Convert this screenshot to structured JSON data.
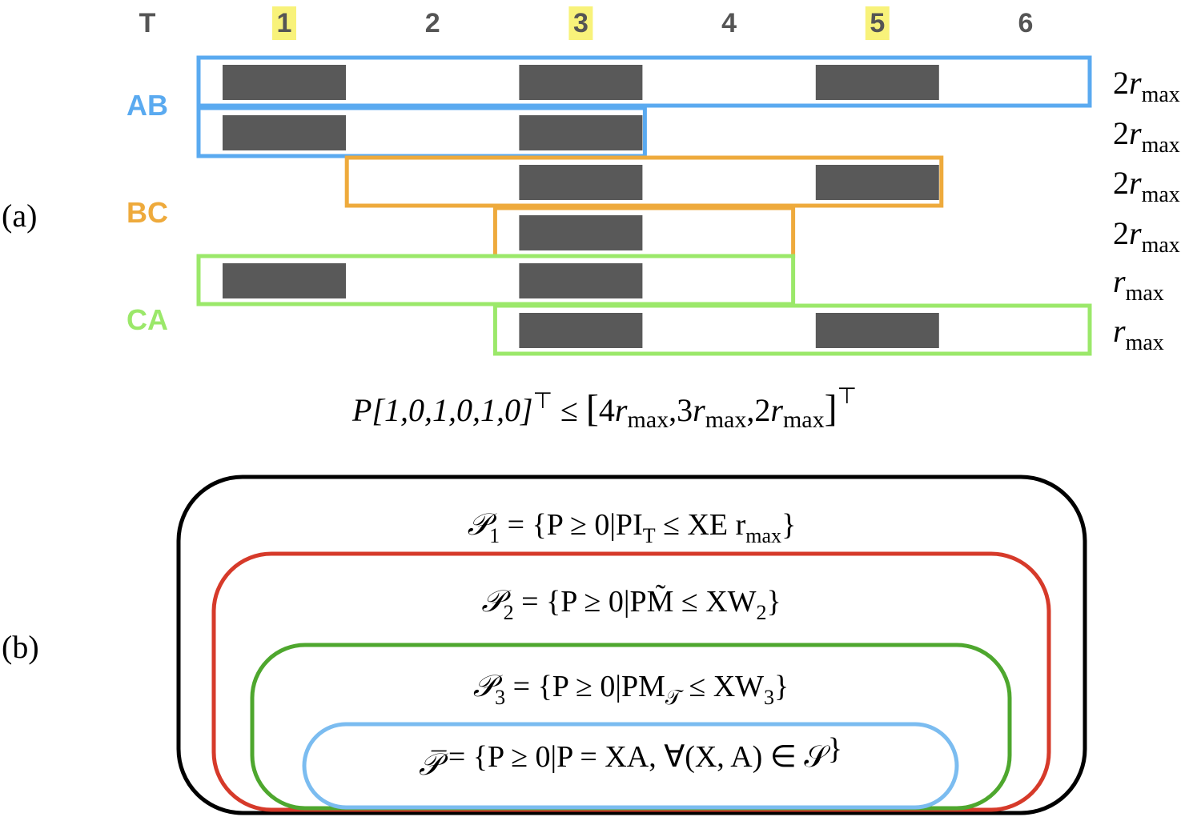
{
  "panel_a": {
    "label": "(a)",
    "t_label": "T",
    "timeslots": [
      {
        "label": "1",
        "highlighted": true
      },
      {
        "label": "2",
        "highlighted": false
      },
      {
        "label": "3",
        "highlighted": true
      },
      {
        "label": "4",
        "highlighted": false
      },
      {
        "label": "5",
        "highlighted": true
      },
      {
        "label": "6",
        "highlighted": false
      }
    ],
    "groups": [
      {
        "name": "AB",
        "color": "#5aaaf0"
      },
      {
        "name": "BC",
        "color": "#eeaa3c"
      },
      {
        "name": "CA",
        "color": "#9be86a"
      }
    ],
    "rows": [
      {
        "group": "AB",
        "start": 1,
        "end": 6,
        "blocks": [
          1,
          3,
          5
        ],
        "coef": "2",
        "base": "r",
        "sub": "max"
      },
      {
        "group": "AB",
        "start": 1,
        "end": 3,
        "blocks": [
          1,
          3
        ],
        "coef": "2",
        "base": "r",
        "sub": "max"
      },
      {
        "group": "BC",
        "start": 2,
        "end": 5,
        "blocks": [
          3,
          5
        ],
        "coef": "2",
        "base": "r",
        "sub": "max"
      },
      {
        "group": "BC",
        "start": 3,
        "end": 4,
        "blocks": [
          3
        ],
        "coef": "2",
        "base": "r",
        "sub": "max"
      },
      {
        "group": "CA",
        "start": 1,
        "end": 4,
        "blocks": [
          1,
          3
        ],
        "coef": "",
        "base": "r",
        "sub": "max"
      },
      {
        "group": "CA",
        "start": 3,
        "end": 6,
        "blocks": [
          3,
          5
        ],
        "coef": "",
        "base": "r",
        "sub": "max"
      }
    ],
    "block_color": "#595959",
    "highlight_color": "#f8f27a",
    "inequality": {
      "lhs": "P[1,0,1,0,1,0]",
      "transpose": "⊤",
      "leq": "≤",
      "open": "[",
      "terms": [
        "4",
        "3",
        "2"
      ],
      "term_base": "r",
      "term_sub": "max",
      "sep": ",",
      "close": "]",
      "rhs_transpose": "⊤"
    }
  },
  "panel_b": {
    "label": "(b)",
    "sets": [
      {
        "color": "#000000",
        "head": "𝒫",
        "sub": "1",
        "body": " = {P ≥ 0|PI",
        "body_sub": "T",
        "tail": " ≤ XE r",
        "tail_sub": "max",
        "end": "}"
      },
      {
        "color": "#d63a2a",
        "head": "𝒫",
        "sub": "2",
        "body": " = {P ≥ 0|PM̃ ≤ XW",
        "body_sub": "2",
        "tail": "",
        "tail_sub": "",
        "end": "}"
      },
      {
        "color": "#4ea72e",
        "head": "𝒫",
        "sub": "3",
        "body": " = {P ≥ 0|PM",
        "body_sub": "𝒯",
        "tail": " ≤ XW",
        "tail_sub": "3",
        "end": "}"
      },
      {
        "color": "#7bbcf0",
        "head": "𝒫̅",
        "sub": "",
        "body": " = {P ≥ 0|P = XA, ∀(X, A) ∈ 𝒮",
        "body_sub": "",
        "tail": "",
        "tail_sub": "",
        "end": "}"
      }
    ]
  }
}
